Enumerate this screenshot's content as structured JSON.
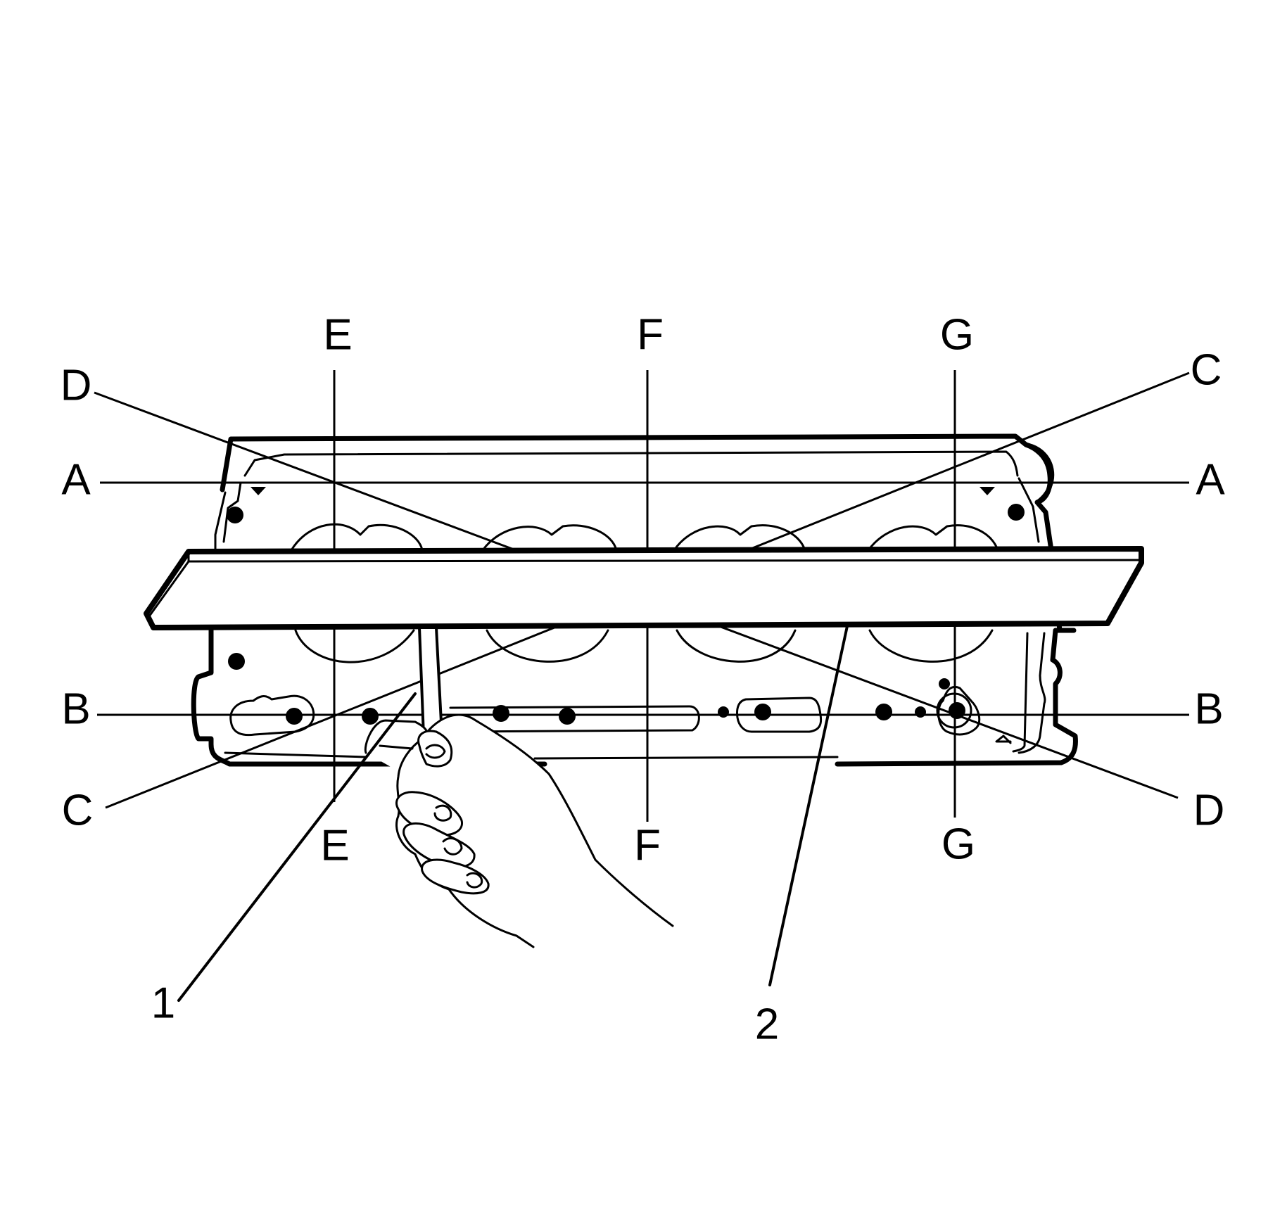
{
  "labels": {
    "A": "A",
    "B": "B",
    "C": "C",
    "D": "D",
    "E": "E",
    "F": "F",
    "G": "G"
  },
  "callouts": {
    "one": "1",
    "two": "2"
  },
  "colors": {
    "ink": "#000000",
    "paper": "#ffffff"
  }
}
